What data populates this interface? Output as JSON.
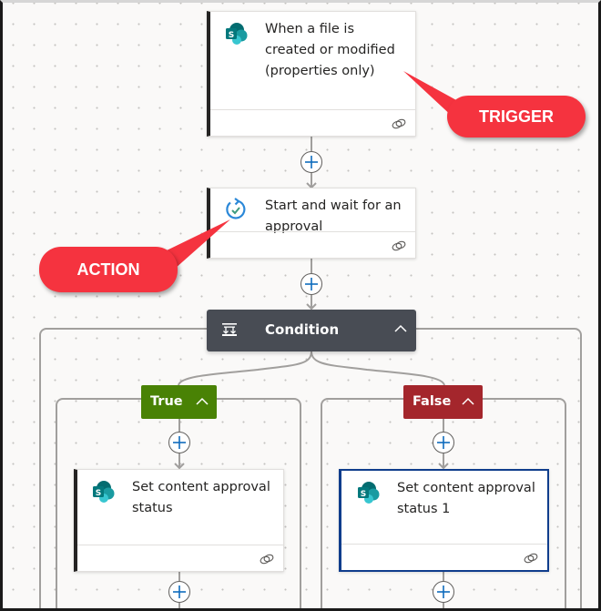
{
  "canvas": {
    "background": "#faf9f8",
    "connector_color": "#a19f9d",
    "plus_color": "#0f6cbd"
  },
  "trigger_card": {
    "title": "When a file is created or modified (properties only)",
    "icon": "sharepoint-icon",
    "footer_icon": "link-icon"
  },
  "action_card": {
    "title": "Start and wait for an approval",
    "icon": "approval-icon",
    "footer_icon": "link-icon"
  },
  "condition": {
    "label": "Condition",
    "icon": "condition-icon",
    "chevron": "chevron-up-icon",
    "color": "#484c54"
  },
  "branches": {
    "true": {
      "label": "True",
      "color": "#498205",
      "card": {
        "title": "Set content approval status",
        "icon": "sharepoint-icon",
        "footer_icon": "link-icon"
      }
    },
    "false": {
      "label": "False",
      "color": "#a4262c",
      "card": {
        "title": "Set content approval status 1",
        "icon": "sharepoint-icon",
        "footer_icon": "link-icon",
        "selected": true
      }
    }
  },
  "callouts": {
    "trigger": {
      "label": "TRIGGER",
      "color": "#f5333f"
    },
    "action": {
      "label": "ACTION",
      "color": "#f5333f"
    }
  }
}
